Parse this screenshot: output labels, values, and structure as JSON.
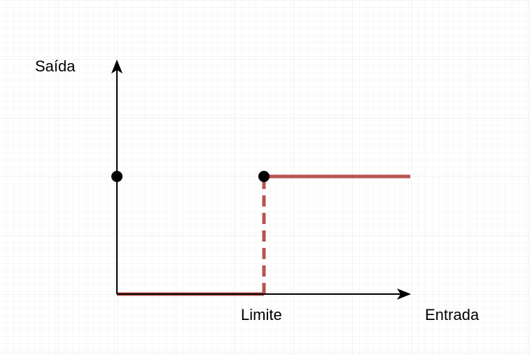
{
  "labels": {
    "y_axis": "Saída",
    "x_axis": "Entrada",
    "threshold": "Limite"
  },
  "colors": {
    "step_line": "#b85450",
    "axis": "#000000",
    "grid": "#e6e6e6",
    "background": "#ffffff"
  },
  "icons": {
    "axis_arrowhead": "arrowhead-icon",
    "point_marker": "dot-marker-icon"
  }
}
